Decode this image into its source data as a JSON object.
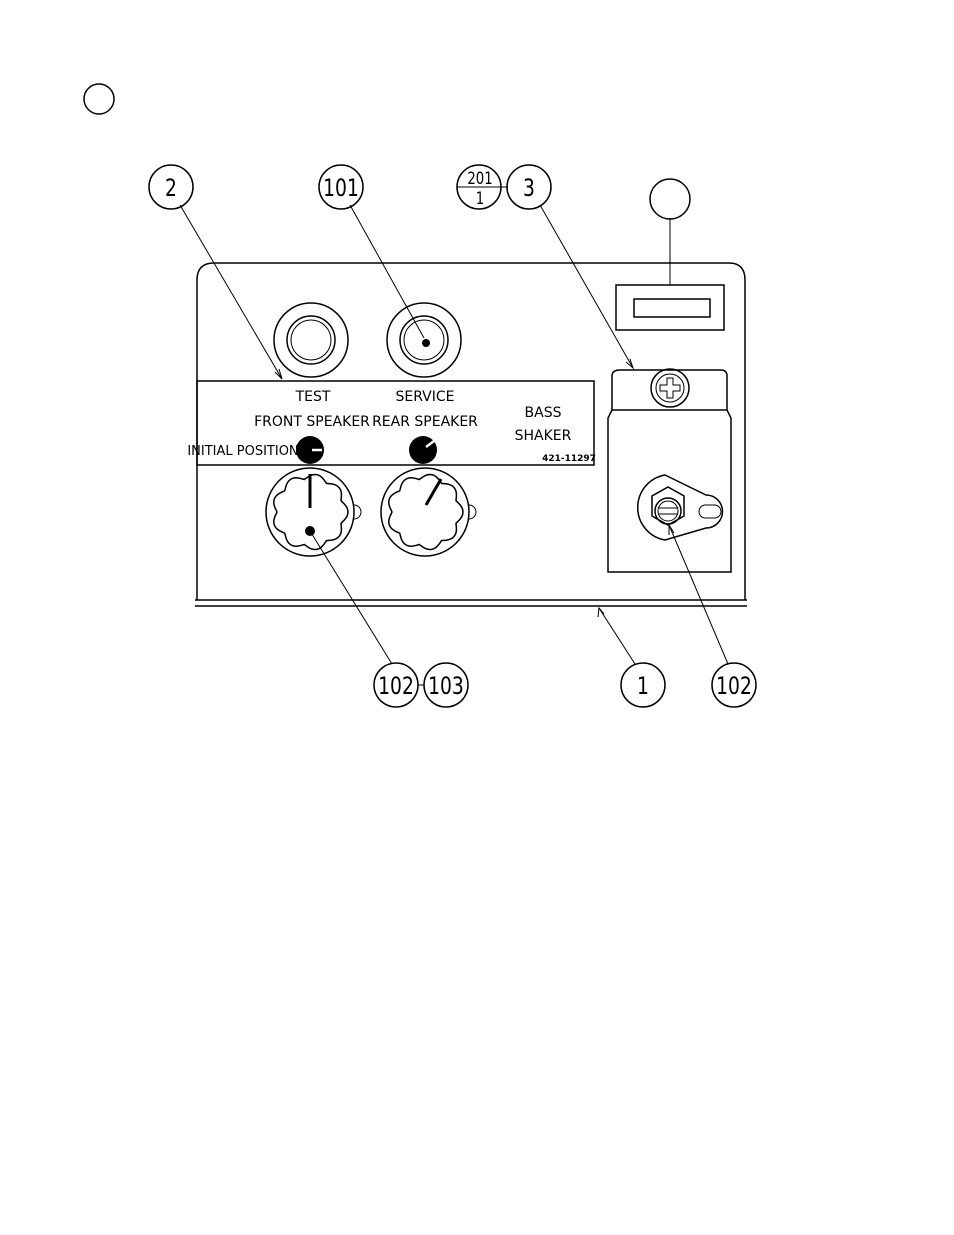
{
  "callouts": {
    "c2": "2",
    "c101": "101",
    "c201_top": "201",
    "c201_bottom": "1",
    "c3": "3",
    "c1": "1",
    "c102_left": "102",
    "c103": "103",
    "c102_right": "102"
  },
  "panel": {
    "test": "TEST",
    "service": "SERVICE",
    "front_speaker": "FRONT SPEAKER",
    "rear_speaker": "REAR SPEAKER",
    "bass": "BASS",
    "shaker": "SHAKER",
    "initial_position": "INITIAL POSITION",
    "part_number": "421-11297"
  },
  "icons": [
    "phillips-screw-icon",
    "slotted-screw-icon",
    "knob-icon",
    "push-button-icon"
  ]
}
